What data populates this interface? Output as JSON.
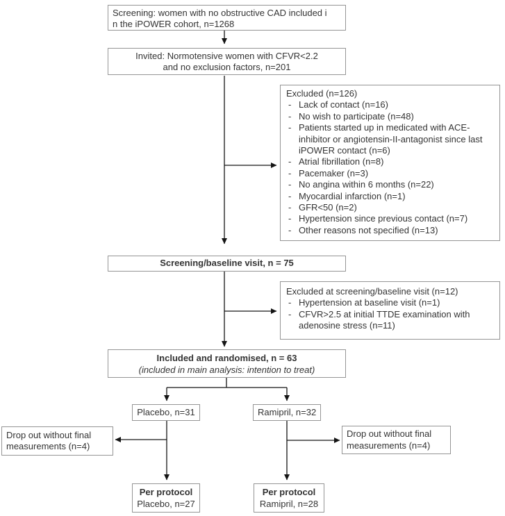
{
  "ui": {
    "dash": "-"
  },
  "colors": {
    "background": "#ffffff",
    "box_border": "#949494",
    "text": "#333333",
    "arrow": "#141414"
  },
  "boxes": {
    "screening": {
      "line1": "Screening: women with no obstructive CAD included i",
      "line2": "n the iPOWER cohort, n=1268"
    },
    "invited": {
      "line1": "Invited: Normotensive women with CFVR<2.2",
      "line2": "and no exclusion factors, n=201"
    },
    "excluded1": {
      "title": "Excluded (n=126)",
      "items": [
        "Lack of contact (n=16)",
        "No wish to participate (n=48)",
        "Patients started up in medicated with ACE-inhibitor or angiotensin-II-antagonist since last iPOWER contact (n=6)",
        "Atrial fibrillation (n=8)",
        "Pacemaker (n=3)",
        "No angina within 6 months (n=22)",
        "Myocardial infarction (n=1)",
        "GFR<50 (n=2)",
        "Hypertension since previous contact (n=7)",
        "Other reasons not specified (n=13)"
      ]
    },
    "screening_baseline": {
      "label": "Screening/baseline visit, n = 75"
    },
    "excluded2": {
      "title": "Excluded at screening/baseline visit (n=12)",
      "items": [
        "Hypertension at baseline visit (n=1)",
        "CFVR>2.5 at initial TTDE examination with adenosine stress (n=11)"
      ]
    },
    "included": {
      "line1": "Included and randomised, n = 63",
      "line2": "(included in main analysis: intention to treat)"
    },
    "placebo": {
      "label": "Placebo, n=31"
    },
    "ramipril": {
      "label": "Ramipril, n=32"
    },
    "dropout_left": {
      "label": "Drop out without final measurements (n=4)"
    },
    "dropout_right": {
      "label": "Drop out without final measurements (n=4)"
    },
    "per_protocol_placebo": {
      "line1": "Per protocol",
      "line2": "Placebo, n=27"
    },
    "per_protocol_ramipril": {
      "line1": "Per protocol",
      "line2": "Ramipril, n=28"
    }
  }
}
